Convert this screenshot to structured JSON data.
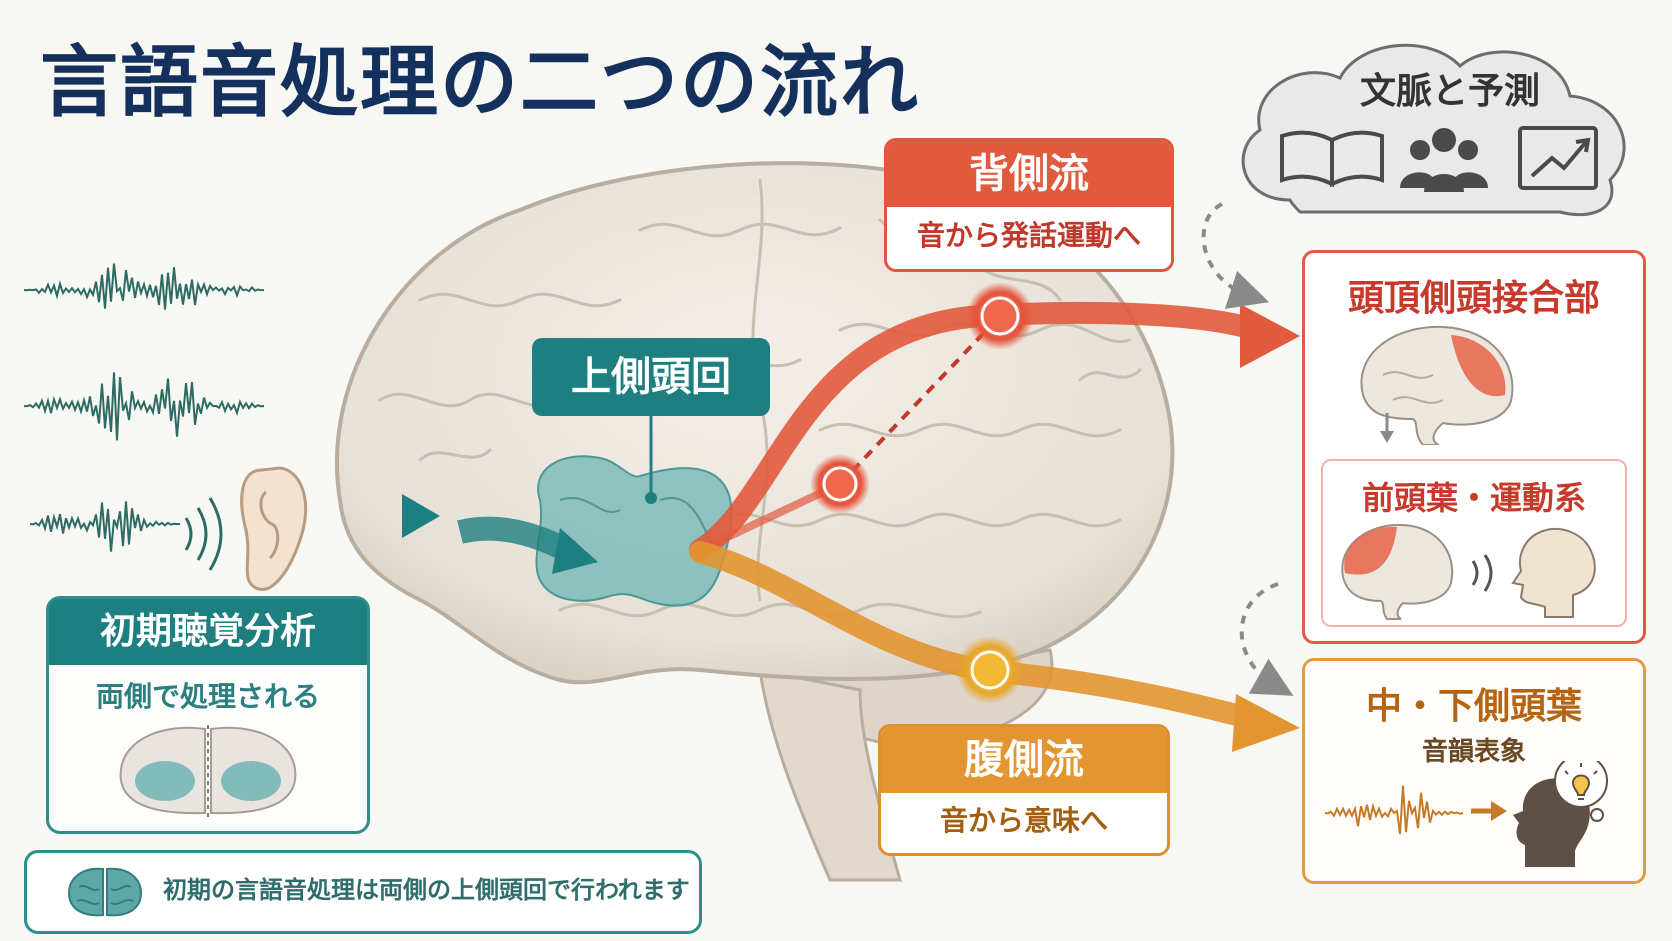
{
  "title": "言語音処理の二つの流れ",
  "early_auditory": {
    "title": "初期聴覚分析",
    "subtitle": "両側で処理される"
  },
  "stg_label": "上側頭回",
  "dorsal_stream": {
    "title": "背側流",
    "subtitle": "音から発話運動へ",
    "color": "#e15a3d"
  },
  "ventral_stream": {
    "title": "腹側流",
    "subtitle": "音から意味へ",
    "color": "#e29530"
  },
  "context": {
    "title": "文脈と予測",
    "icons": [
      "book-icon",
      "people-icon",
      "trend-chart-icon"
    ]
  },
  "temporoparietal": {
    "title": "頭頂側頭接合部",
    "frontal_title": "前頭葉・運動系"
  },
  "middle_inferior_temporal": {
    "title": "中・下側頭葉",
    "subtitle": "音韻表象"
  },
  "note": "初期の言語音処理は両側の上側頭回で行われます",
  "colors": {
    "teal": "#1e7f80",
    "navy": "#14305c",
    "dorsal": "#e15a3d",
    "ventral": "#e29530"
  }
}
